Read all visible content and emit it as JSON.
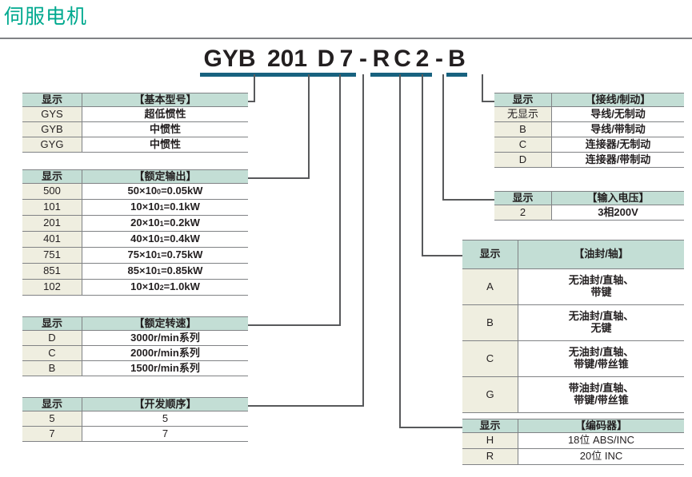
{
  "title": "伺服电机",
  "model_number": {
    "segments": [
      {
        "text": "GYB",
        "underlined": true
      },
      {
        "text": "201",
        "underlined": true
      },
      {
        "text": "D",
        "underlined": true
      },
      {
        "text": "7",
        "underlined": true
      },
      {
        "text": "-",
        "underlined": false
      },
      {
        "text": "R",
        "underlined": true
      },
      {
        "text": "C",
        "underlined": true
      },
      {
        "text": "2",
        "underlined": true
      },
      {
        "text": "-",
        "underlined": false
      },
      {
        "text": "B",
        "underlined": true
      }
    ]
  },
  "column_header_code": "显示",
  "tables": {
    "basic_model": {
      "header": "【基本型号】",
      "rows": [
        {
          "code": "GYS",
          "desc": "超低惯性"
        },
        {
          "code": "GYB",
          "desc": "中惯性"
        },
        {
          "code": "GYG",
          "desc": "中惯性"
        }
      ]
    },
    "rated_output": {
      "header": "【额定输出】",
      "rows": [
        {
          "code": "500",
          "base": "50×10",
          "exp": "0",
          "result": "=0.05kW"
        },
        {
          "code": "101",
          "base": "10×10",
          "exp": "1",
          "result": "=0.1kW"
        },
        {
          "code": "201",
          "base": "20×10",
          "exp": "1",
          "result": "=0.2kW"
        },
        {
          "code": "401",
          "base": "40×10",
          "exp": "1",
          "result": "=0.4kW"
        },
        {
          "code": "751",
          "base": "75×10",
          "exp": "1",
          "result": "=0.75kW"
        },
        {
          "code": "851",
          "base": "85×10",
          "exp": "1",
          "result": "=0.85kW"
        },
        {
          "code": "102",
          "base": "10×10",
          "exp": "2",
          "result": "=1.0kW"
        }
      ]
    },
    "rated_speed": {
      "header": "【额定转速】",
      "rows": [
        {
          "code": "D",
          "desc": "3000r/min系列"
        },
        {
          "code": "C",
          "desc": "2000r/min系列"
        },
        {
          "code": "B",
          "desc": "1500r/min系列"
        }
      ]
    },
    "development_order": {
      "header": "【开发顺序】",
      "rows": [
        {
          "code": "5",
          "desc": "5"
        },
        {
          "code": "7",
          "desc": "7"
        }
      ]
    },
    "wiring_brake": {
      "header": "【接线/制动】",
      "rows": [
        {
          "code": "无显示",
          "desc": "导线/无制动"
        },
        {
          "code": "B",
          "desc": "导线/带制动"
        },
        {
          "code": "C",
          "desc": "连接器/无制动"
        },
        {
          "code": "D",
          "desc": "连接器/带制动"
        }
      ]
    },
    "input_voltage": {
      "header": "【输入电压】",
      "rows": [
        {
          "code": "2",
          "desc": "3相200V"
        }
      ]
    },
    "oil_seal_shaft": {
      "header": "【油封/轴】",
      "rows": [
        {
          "code": "A",
          "line1": "无油封/直轴、",
          "line2": "带键"
        },
        {
          "code": "B",
          "line1": "无油封/直轴、",
          "line2": "无键"
        },
        {
          "code": "C",
          "line1": "无油封/直轴、",
          "line2": "带键/带丝锥"
        },
        {
          "code": "G",
          "line1": "带油封/直轴、",
          "line2": "带键/带丝锥"
        }
      ]
    },
    "encoder": {
      "header": "【编码器】",
      "rows": [
        {
          "code": "H",
          "desc": "18位   ABS/INC"
        },
        {
          "code": "R",
          "desc": "20位   INC"
        }
      ]
    }
  },
  "colors": {
    "title": "#00a98f",
    "header_fill": "#c3ded5",
    "code_fill": "#efeee0",
    "underline": "#18627f",
    "line": "#58595b"
  }
}
